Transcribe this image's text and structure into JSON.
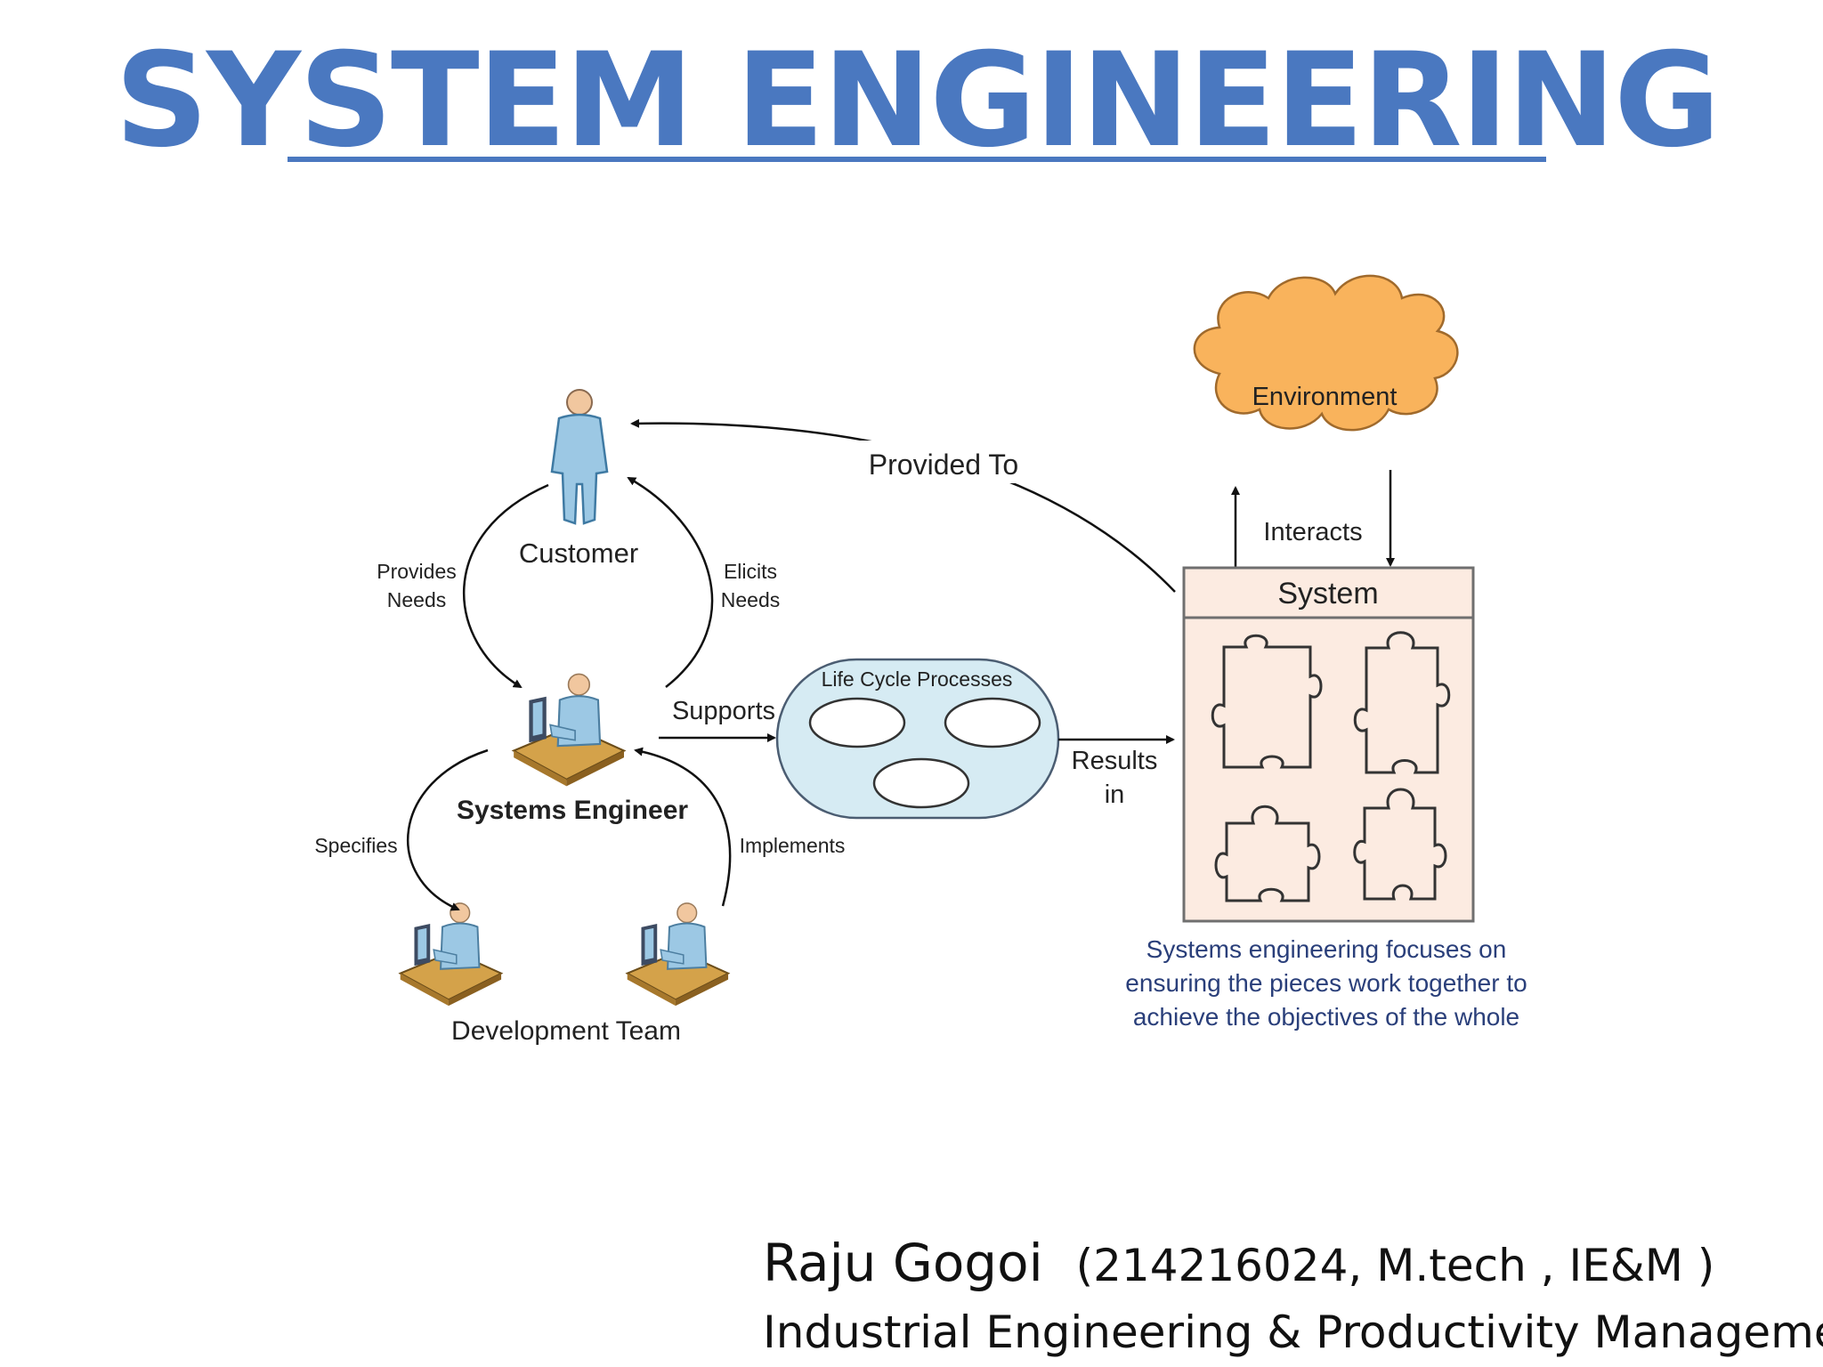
{
  "slide": {
    "title": "SYSTEM ENGINEERING"
  },
  "diagram": {
    "nodes": {
      "customer": "Customer",
      "systems_engineer": "Systems Engineer",
      "development_team": "Development Team",
      "life_cycle": "Life Cycle Processes",
      "environment": "Environment",
      "system": "System"
    },
    "edges": {
      "provided_to": "Provided To",
      "provides_needs_1": "Provides",
      "provides_needs_2": "Needs",
      "elicits_needs_1": "Elicits",
      "elicits_needs_2": "Needs",
      "supports": "Supports",
      "results_in_1": "Results",
      "results_in_2": "in",
      "interacts": "Interacts",
      "specifies": "Specifies",
      "implements": "Implements"
    },
    "caption": [
      "Systems engineering focuses on",
      "ensuring the pieces work together to",
      "achieve the objectives of the whole"
    ],
    "colors": {
      "person": "#9cc8e4",
      "desk": "#d4a24a",
      "lifecycle_fill": "#d6ebf3",
      "cloud_fill": "#f9b35c",
      "system_fill": "#fcebe1",
      "title": "#4a78c0"
    }
  },
  "footer": {
    "name": "Raju Gogoi",
    "details": "(214216024, M.tech ,  IE&M )",
    "program": "Industrial Engineering & Productivity Management"
  }
}
